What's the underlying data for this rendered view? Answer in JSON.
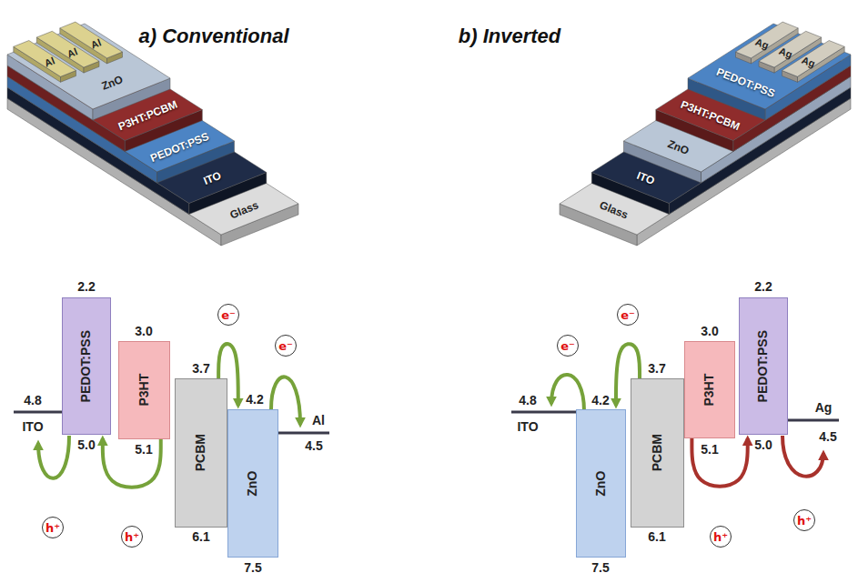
{
  "diagram": {
    "nodes": [
      {
        "text": [
          "Glass"
        ]
      },
      {
        "text": [
          "ITO"
        ]
      },
      {
        "text": [
          "PEDOT:PSS"
        ]
      },
      {
        "text": [
          "P3HT:PCBM"
        ]
      },
      {
        "text": [
          "ZnO"
        ]
      },
      {
        "text": [
          "Al"
        ]
      },
      {
        "text": [
          "Al"
        ]
      },
      {
        "text": [
          "Al"
        ]
      },
      {
        "text": [
          "PEDOT:PSS"
        ]
      },
      {
        "text": [
          "P3HT"
        ]
      },
      {
        "text": [
          "PCBM"
        ]
      },
      {
        "text": [
          "ZnO"
        ]
      },
      {
        "text": [
          "e⁻"
        ]
      },
      {
        "text": [
          "e⁻"
        ]
      },
      {
        "text": [
          "h⁺"
        ]
      },
      {
        "text": [
          "h⁺"
        ]
      },
      {
        "text": [
          "Glass"
        ]
      },
      {
        "text": [
          "ITO"
        ]
      },
      {
        "text": [
          "ZnO"
        ]
      },
      {
        "text": [
          "P3HT:PCBM"
        ]
      },
      {
        "text": [
          "PEDOT:PSS"
        ]
      },
      {
        "text": [
          "Ag"
        ]
      },
      {
        "text": [
          "Ag"
        ]
      },
      {
        "text": [
          "Ag"
        ]
      },
      {
        "text": [
          "ZnO"
        ]
      },
      {
        "text": [
          "PCBM"
        ]
      },
      {
        "text": [
          "P3HT"
        ]
      },
      {
        "text": [
          "PEDOT:PSS"
        ]
      },
      {
        "text": [
          "e⁻"
        ]
      },
      {
        "text": [
          "e⁻"
        ]
      },
      {
        "text": [
          "h⁺"
        ]
      },
      {
        "text": [
          "h⁺"
        ]
      }
    ],
    "edges": [
      {
        "from": 10,
        "to": 11,
        "arrow": "to"
      },
      {
        "from": 9,
        "to": 8,
        "arrow": "to"
      },
      {
        "from": 25,
        "to": 24,
        "arrow": "to"
      },
      {
        "from": 26,
        "to": 27,
        "arrow": "to"
      }
    ],
    "labels": [
      "a) Conventional",
      "b) Inverted",
      "2.2",
      "3.0",
      "3.7",
      "4.2",
      "4.8",
      "ITO",
      "Al",
      "4.5",
      "5.0",
      "5.1",
      "6.1",
      "7.5",
      "4.8",
      "ITO",
      "4.2",
      "3.7",
      "3.0",
      "2.2",
      "Ag",
      "4.5",
      "5.1",
      "5.0",
      "6.1",
      "7.5"
    ]
  }
}
